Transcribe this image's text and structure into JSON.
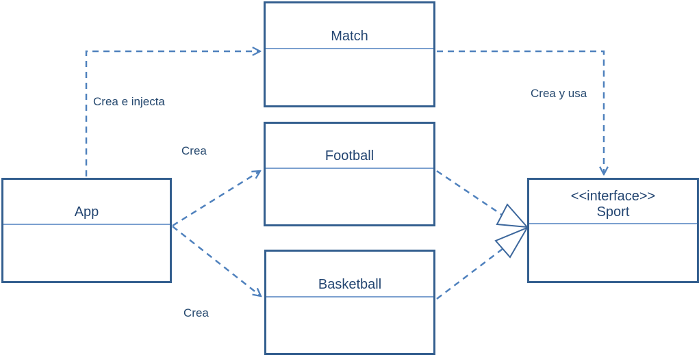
{
  "diagram": {
    "type": "uml-class-diagram",
    "background": "#FFFFFF",
    "colors": {
      "box_border": "#345F8F",
      "compartment_divider": "#7BA0CF",
      "connector": "#4F81BD",
      "realization_triangle": "#3C679C",
      "text": "#234571"
    },
    "classes": [
      {
        "id": "match",
        "name": "Match",
        "stereotype": ""
      },
      {
        "id": "football",
        "name": "Football",
        "stereotype": ""
      },
      {
        "id": "basketball",
        "name": "Basketball",
        "stereotype": ""
      },
      {
        "id": "app",
        "name": "App",
        "stereotype": ""
      },
      {
        "id": "sport",
        "name": "Sport",
        "stereotype": "<<interface>>"
      }
    ],
    "relations": [
      {
        "from": "App",
        "to": "Match",
        "label": "Crea e injecta",
        "type": "dependency",
        "style": "dashed-open-arrow"
      },
      {
        "from": "App",
        "to": "Football",
        "label": "Crea",
        "type": "dependency",
        "style": "dashed-open-arrow"
      },
      {
        "from": "App",
        "to": "Basketball",
        "label": "Crea",
        "type": "dependency",
        "style": "dashed-open-arrow"
      },
      {
        "from": "Match",
        "to": "Sport",
        "label": "Crea y usa",
        "type": "dependency",
        "style": "dashed-open-arrow"
      },
      {
        "from": "Football",
        "to": "Sport",
        "label": "",
        "type": "realization",
        "style": "dashed-hollow-triangle"
      },
      {
        "from": "Basketball",
        "to": "Sport",
        "label": "",
        "type": "realization",
        "style": "dashed-hollow-triangle"
      }
    ]
  }
}
